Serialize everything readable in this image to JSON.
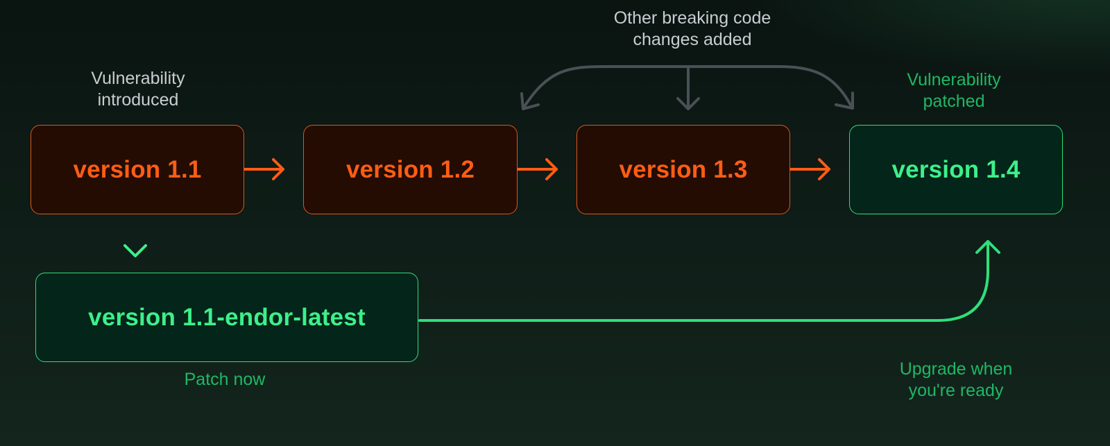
{
  "colors": {
    "vulnerable": "#ff5d14",
    "vulnerable_border": "#e0551a",
    "vulnerable_fill": "#240c03",
    "safe": "#3df08a",
    "safe_fill": "#04251a",
    "note_grey": "#c9cdd0",
    "note_green": "#1fb864",
    "connector_grey": "#4a5156"
  },
  "nodes": {
    "v11": {
      "label": "version 1.1",
      "status": "vulnerable"
    },
    "v12": {
      "label": "version 1.2",
      "status": "vulnerable"
    },
    "v13": {
      "label": "version 1.3",
      "status": "vulnerable"
    },
    "v14": {
      "label": "version 1.4",
      "status": "patched"
    },
    "endor": {
      "label": "version 1.1-endor-latest",
      "status": "patched"
    }
  },
  "annotations": {
    "vuln_introduced": [
      "Vulnerability",
      "introduced"
    ],
    "breaking_changes": [
      "Other breaking code",
      "changes added"
    ],
    "vuln_patched": [
      "Vulnerability",
      "patched"
    ],
    "patch_now": "Patch now",
    "upgrade_ready": [
      "Upgrade when",
      "you're ready"
    ]
  },
  "edges": [
    {
      "from": "v11",
      "to": "v12",
      "style": "vulnerable"
    },
    {
      "from": "v12",
      "to": "v13",
      "style": "vulnerable"
    },
    {
      "from": "v13",
      "to": "v14",
      "style": "vulnerable"
    },
    {
      "from": "v11",
      "to": "endor",
      "style": "gradient"
    },
    {
      "from": "endor",
      "to": "v14",
      "style": "safe"
    }
  ]
}
